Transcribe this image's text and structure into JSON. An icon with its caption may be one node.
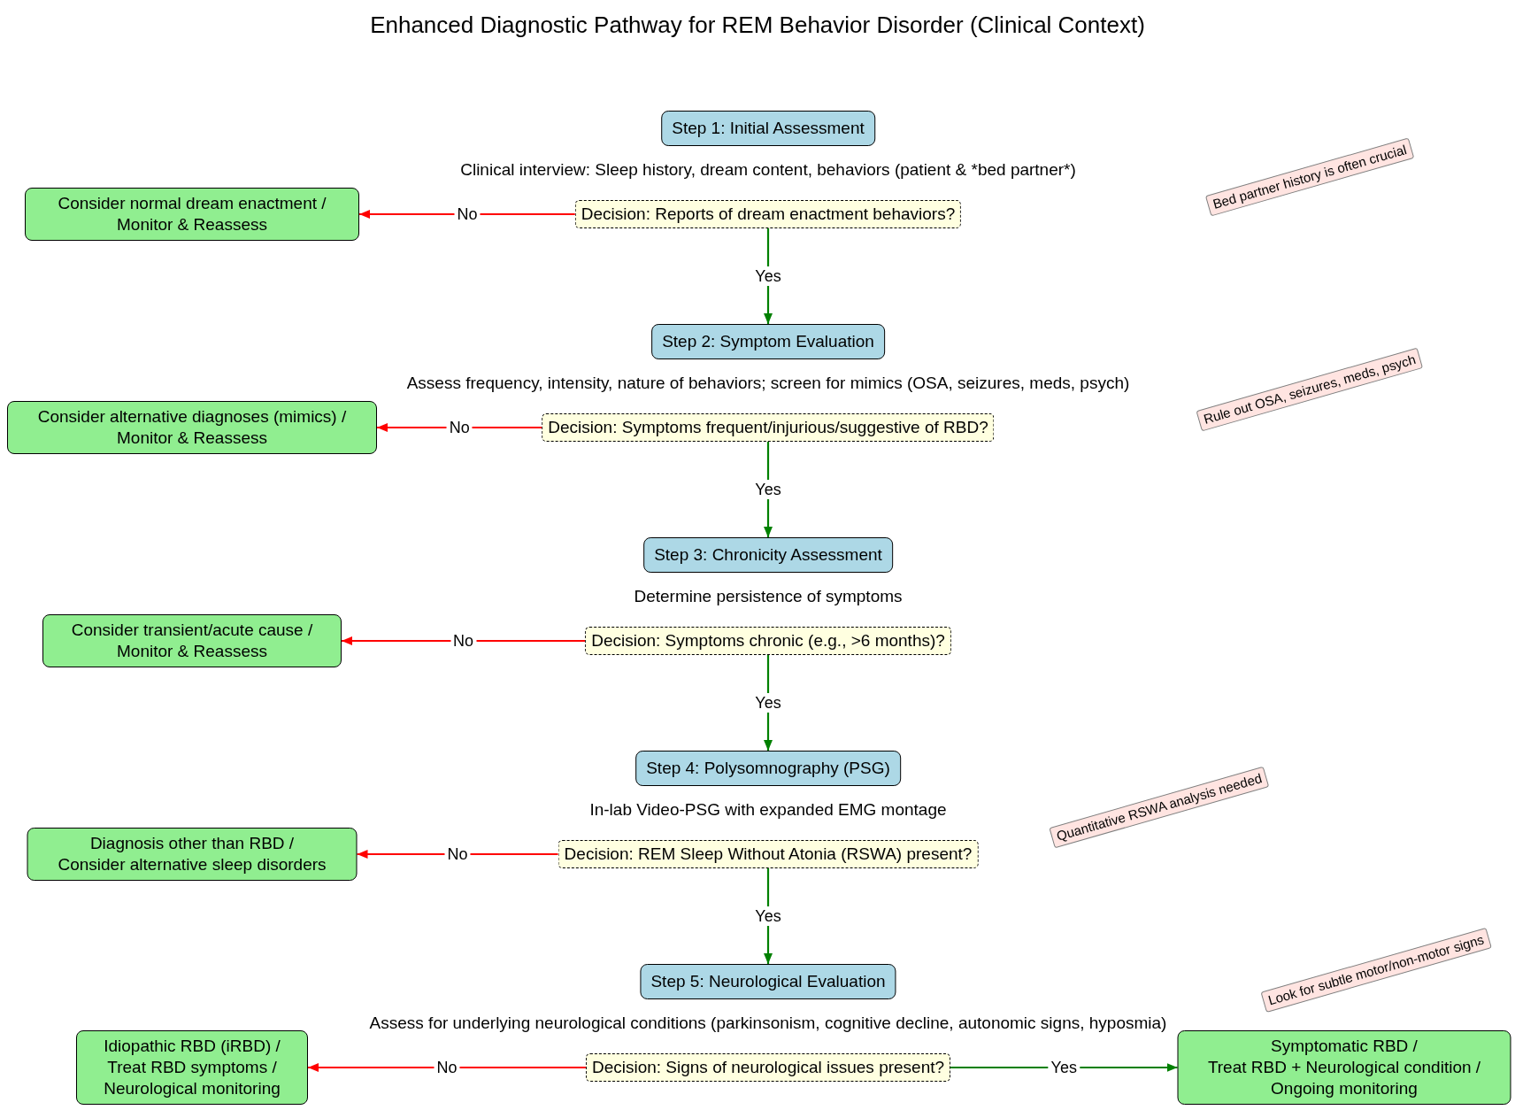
{
  "diagram": {
    "title": "Enhanced Diagnostic Pathway for REM Behavior Disorder (Clinical Context)",
    "nodes": [
      {
        "text": [
          "Step 1: Initial Assessment"
        ],
        "beside": [
          "Clinical interview: Sleep history, dream content, behaviors (patient & *bed partner*)"
        ]
      },
      {
        "text": [
          "Decision: Reports of dream enactment behaviors?"
        ]
      },
      {
        "text": [
          "Consider normal dream enactment / Monitor & Reassess"
        ]
      },
      {
        "text": [
          "Bed partner history is often crucial"
        ]
      },
      {
        "text": [
          "Step 2: Symptom Evaluation"
        ],
        "beside": [
          "Assess frequency, intensity, nature of behaviors; screen for mimics (OSA, seizures, meds, psych)"
        ]
      },
      {
        "text": [
          "Decision: Symptoms frequent/injurious/suggestive of RBD?"
        ]
      },
      {
        "text": [
          "Consider alternative diagnoses (mimics) / Monitor & Reassess"
        ]
      },
      {
        "text": [
          "Rule out OSA, seizures, meds, psych"
        ]
      },
      {
        "text": [
          "Step 3: Chronicity Assessment"
        ],
        "beside": [
          "Determine persistence of symptoms"
        ]
      },
      {
        "text": [
          "Decision: Symptoms chronic (e.g., >6 months)?"
        ]
      },
      {
        "text": [
          "Consider transient/acute cause / Monitor & Reassess"
        ]
      },
      {
        "text": [
          "Step 4: Polysomnography (PSG)"
        ],
        "beside": [
          "In-lab Video-PSG with expanded EMG montage"
        ]
      },
      {
        "text": [
          "Decision: REM Sleep Without Atonia (RSWA) present?"
        ]
      },
      {
        "text": [
          "Diagnosis other than RBD / Consider alternative sleep disorders"
        ]
      },
      {
        "text": [
          "Quantitative RSWA analysis needed"
        ]
      },
      {
        "text": [
          "Step 5: Neurological Evaluation"
        ],
        "beside": [
          "Assess for underlying neurological conditions (parkinsonism, cognitive decline, autonomic signs, hyposmia)"
        ]
      },
      {
        "text": [
          "Decision: Signs of neurological issues present?"
        ]
      },
      {
        "text": [
          "Idiopathic RBD (iRBD) / Treat RBD symptoms / Neurological monitoring"
        ]
      },
      {
        "text": [
          "Symptomatic RBD / Treat RBD + Neurological condition / Ongoing monitoring"
        ]
      },
      {
        "text": [
          "Look for subtle motor/non-motor signs"
        ]
      }
    ],
    "edges": [
      {
        "from": 1,
        "to": 2,
        "arrow": "to",
        "label": "No",
        "color": "#ff0000"
      },
      {
        "from": 1,
        "to": 4,
        "arrow": "to",
        "label": "Yes",
        "color": "#008000"
      },
      {
        "from": 5,
        "to": 6,
        "arrow": "to",
        "label": "No",
        "color": "#ff0000"
      },
      {
        "from": 5,
        "to": 8,
        "arrow": "to",
        "label": "Yes",
        "color": "#008000"
      },
      {
        "from": 9,
        "to": 10,
        "arrow": "to",
        "label": "No",
        "color": "#ff0000"
      },
      {
        "from": 9,
        "to": 11,
        "arrow": "to",
        "label": "Yes",
        "color": "#008000"
      },
      {
        "from": 12,
        "to": 13,
        "arrow": "to",
        "label": "No",
        "color": "#ff0000"
      },
      {
        "from": 12,
        "to": 15,
        "arrow": "to",
        "label": "Yes",
        "color": "#008000"
      },
      {
        "from": 16,
        "to": 17,
        "arrow": "to",
        "label": "No",
        "color": "#ff0000"
      },
      {
        "from": 16,
        "to": 18,
        "arrow": "to",
        "label": "Yes",
        "color": "#008000"
      }
    ]
  }
}
